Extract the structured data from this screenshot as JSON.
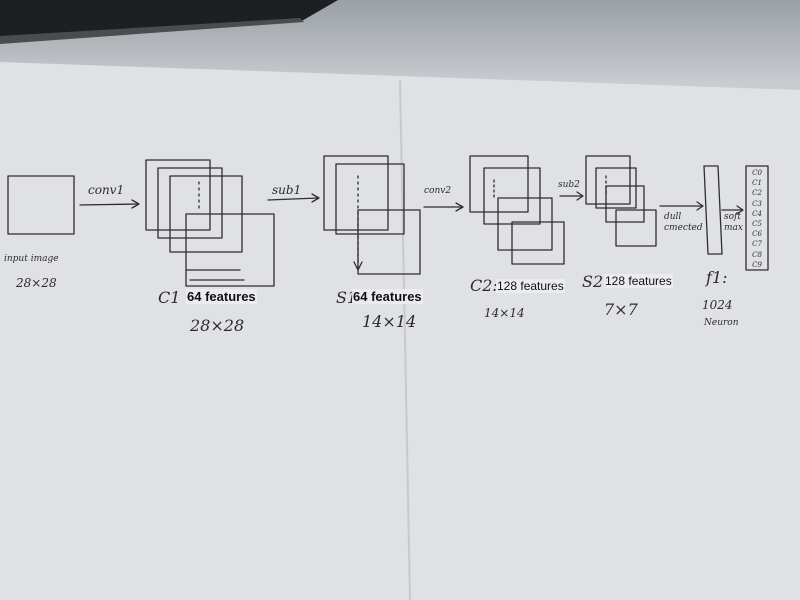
{
  "arrows": {
    "conv1": "conv1",
    "sub1": "sub1",
    "conv2": "conv2",
    "sub2": "sub2",
    "full_connected": "dull cmected",
    "softmax": "soft max"
  },
  "input": {
    "label": "input image",
    "size": "28×28"
  },
  "c1": {
    "label": "C1",
    "features": "64 features",
    "size": "28×28"
  },
  "s1": {
    "label": "S1",
    "features": "64 features",
    "size": "14×14"
  },
  "c2": {
    "label": "C2:",
    "features": "128 features",
    "size": "14×14"
  },
  "s2": {
    "label": "S2:",
    "features": "128 features",
    "size": "7×7"
  },
  "f1": {
    "label": "f1:",
    "count": "1024",
    "unit": "Neuron"
  },
  "output_classes": [
    "C0",
    "C1",
    "C2",
    "C3",
    "C4",
    "C5",
    "C6",
    "C7",
    "C8",
    "C9"
  ],
  "colors": {
    "ink": "#2b2b2b",
    "paper": "#d8dade",
    "laptop": "#1e1f22"
  }
}
